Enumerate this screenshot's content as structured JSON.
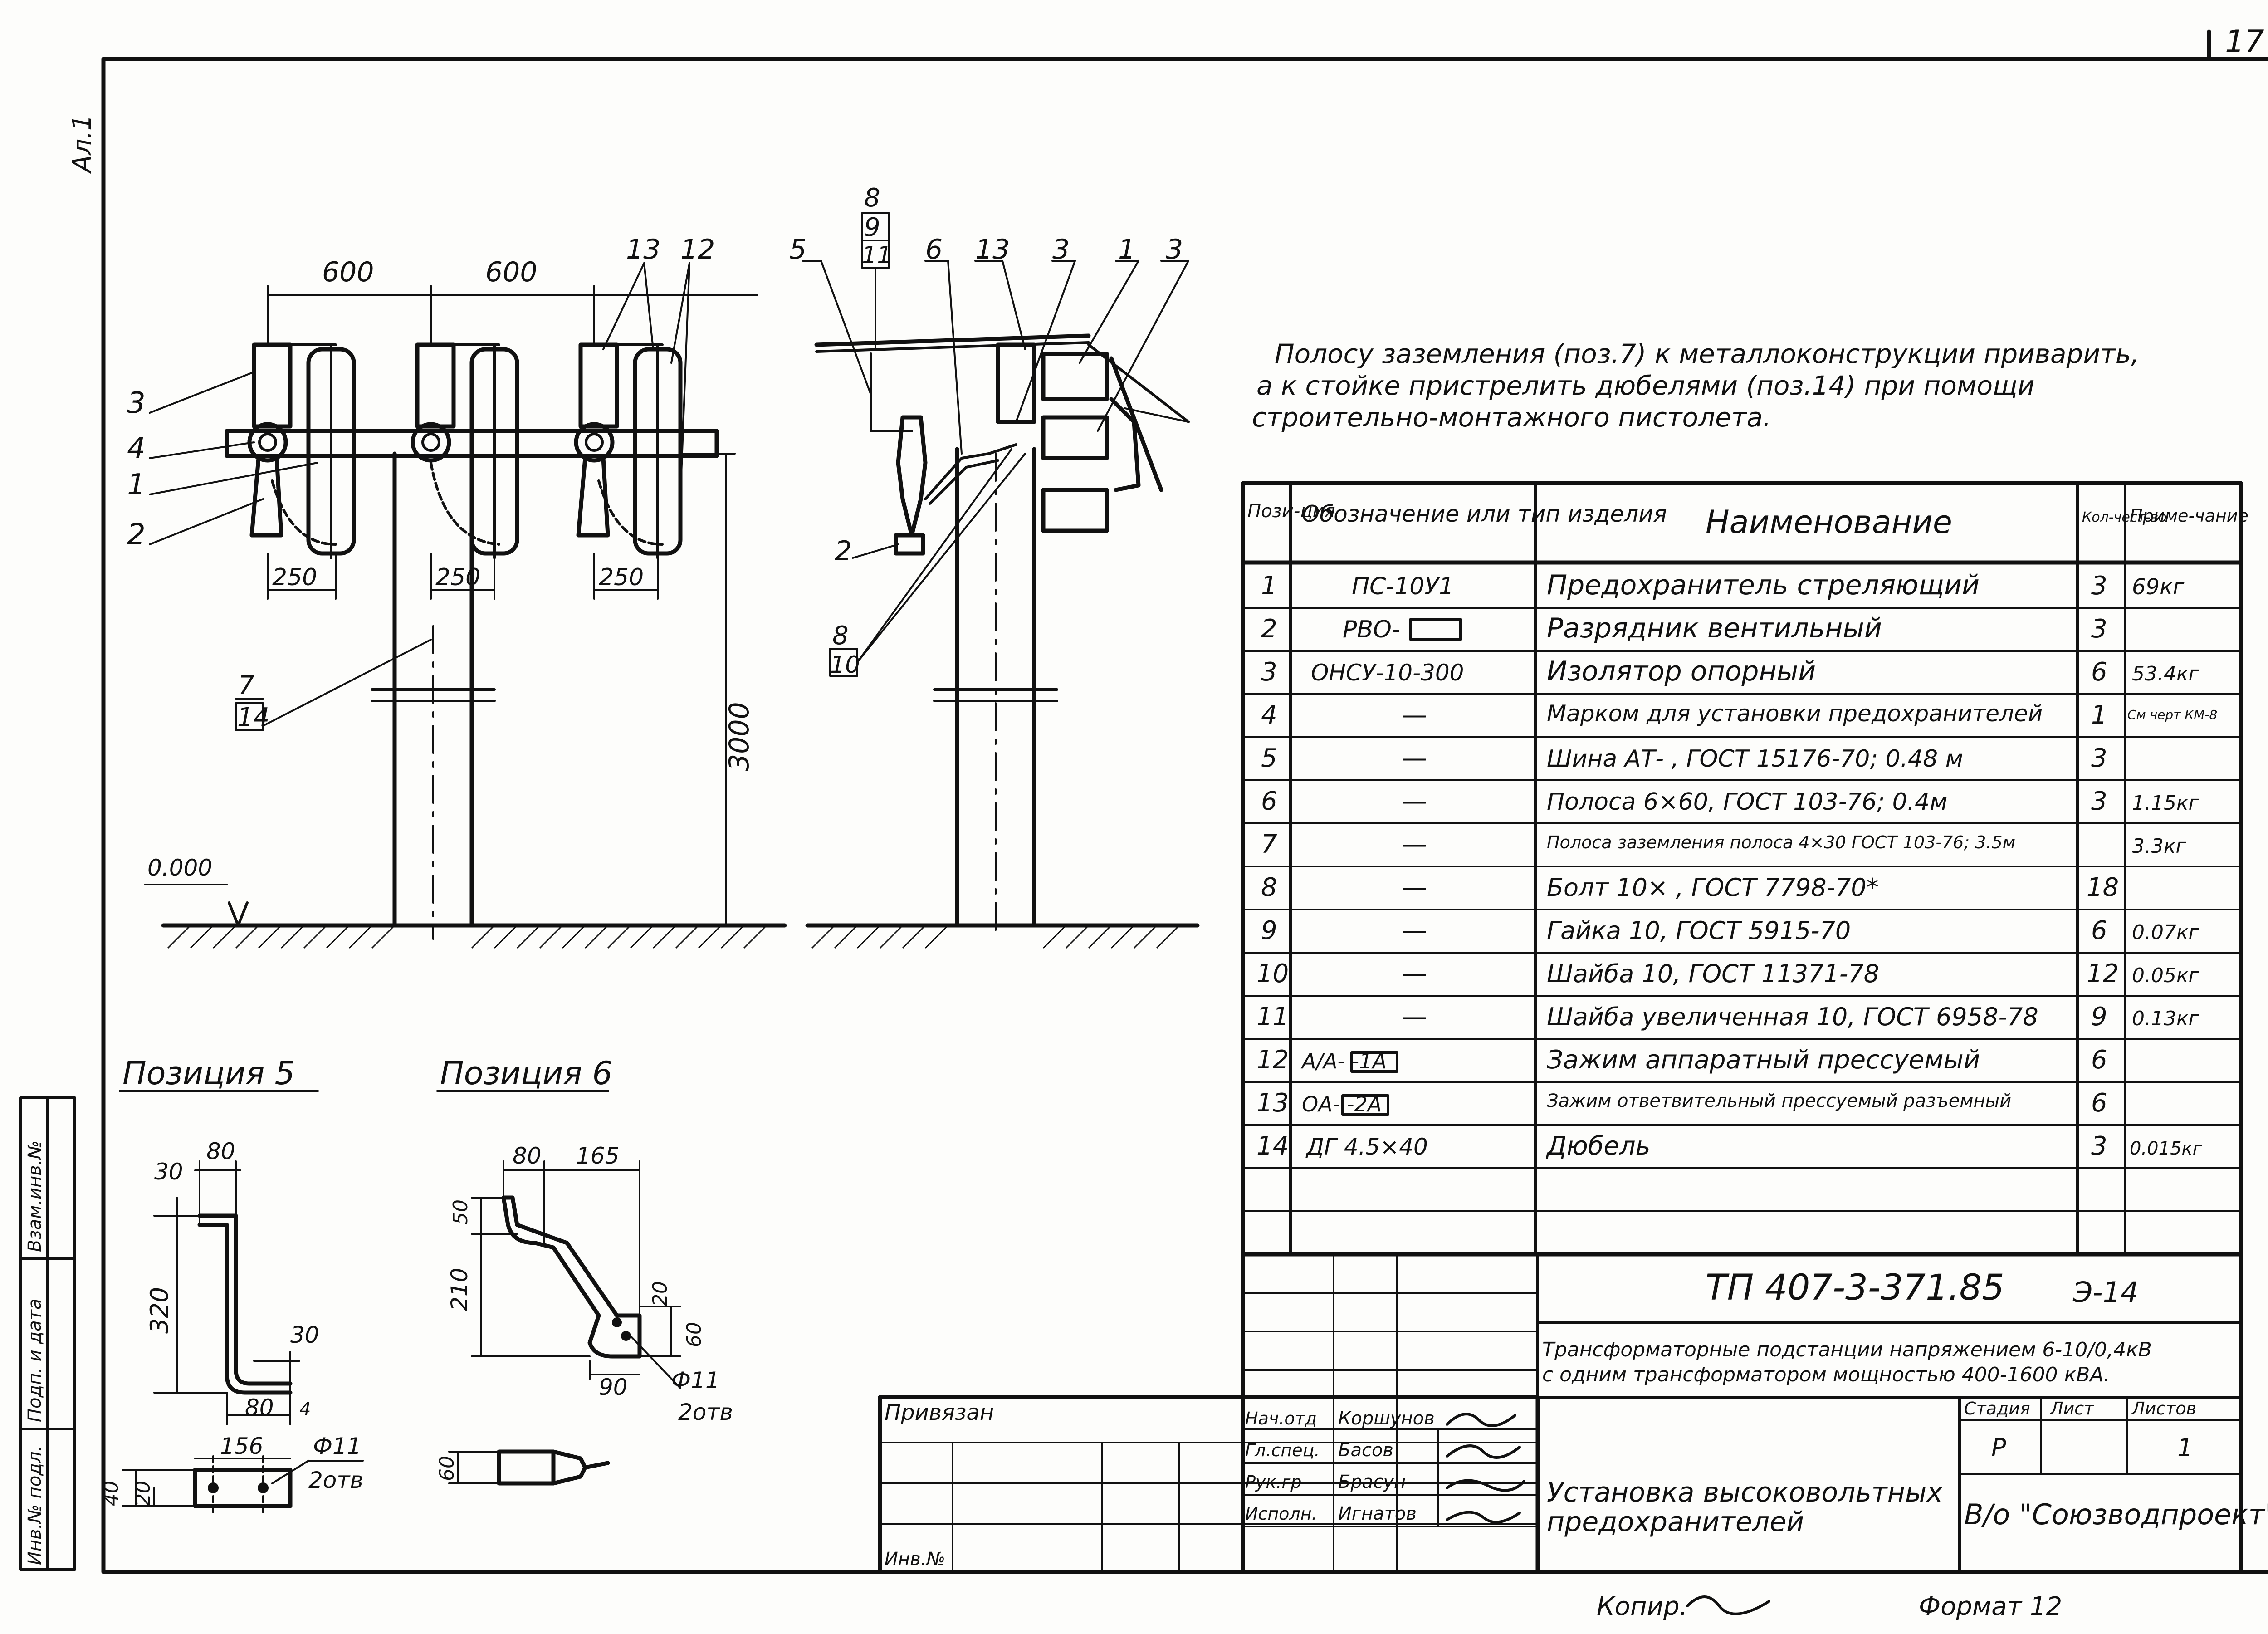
{
  "sheet": {
    "sheet_number": "17",
    "album_mark": "Ал.1",
    "copy_label": "Копир.",
    "format_label": "Формат 12"
  },
  "note": {
    "lines": [
      "Полосу заземления (поз.7) к металлоконструкции приварить,",
      "а к стойке пристрелить дюбелями (поз.14) при помощи",
      "строительно-монтажного пистолета."
    ]
  },
  "front_view": {
    "dim_top": [
      "600",
      "600"
    ],
    "dim_bottom": [
      "250",
      "250",
      "250"
    ],
    "height_dim": "3000",
    "level_mark": "0.000",
    "callouts_left": [
      "3",
      "4",
      "1",
      "2"
    ],
    "callouts_top": [
      "13",
      "12"
    ],
    "callout_7_14": [
      "7",
      "14"
    ]
  },
  "side_view": {
    "callouts_top": [
      "5",
      "6",
      "13",
      "3",
      "1",
      "3"
    ],
    "callout_8_9_11": [
      "8",
      "9",
      "11"
    ],
    "callout_8_10": [
      "8",
      "10"
    ],
    "callout_2": "2"
  },
  "positions": {
    "pos5": {
      "title": "Позиция 5",
      "dims": [
        "80",
        "30",
        "320",
        "30",
        "80",
        "4"
      ],
      "plan_dims": [
        "156",
        "40",
        "20"
      ],
      "hole": "Ф11",
      "holes": "2отв"
    },
    "pos6": {
      "title": "Позиция 6",
      "dims": [
        "80",
        "165",
        "50",
        "210",
        "20",
        "60",
        "90"
      ],
      "hole": "Ф11",
      "holes": "2отв",
      "plan_dim": "60"
    }
  },
  "spec_table": {
    "headers": [
      "Пози-ция",
      "Обозначение или тип изделия",
      "Наименование",
      "Кол-чест-во",
      "Приме-чание"
    ],
    "rows": [
      {
        "pos": "1",
        "code": "ПС-10У1",
        "name": "Предохранитель стреляющий",
        "qty": "3",
        "note": "69кг"
      },
      {
        "pos": "2",
        "code": "РВО-",
        "name": "Разрядник вентильный",
        "qty": "3",
        "note": ""
      },
      {
        "pos": "3",
        "code": "ОНСУ-10-300",
        "name": "Изолятор опорный",
        "qty": "6",
        "note": "53.4кг"
      },
      {
        "pos": "4",
        "code": "—",
        "name": "Марком для установки предохранителей",
        "qty": "1",
        "note": "См черт КМ-8"
      },
      {
        "pos": "5",
        "code": "—",
        "name": "Шина АТ-     , ГОСТ 15176-70; 0.48 м",
        "qty": "3",
        "note": ""
      },
      {
        "pos": "6",
        "code": "—",
        "name": "Полоса 6×60, ГОСТ 103-76; 0.4м",
        "qty": "3",
        "note": "1.15кг"
      },
      {
        "pos": "7",
        "code": "—",
        "name": "Полоса заземления полоса 4×30 ГОСТ 103-76; 3.5м",
        "qty": "",
        "note": "3.3кг"
      },
      {
        "pos": "8",
        "code": "—",
        "name": "Болт 10×     , ГОСТ 7798-70*",
        "qty": "18",
        "note": ""
      },
      {
        "pos": "9",
        "code": "—",
        "name": "Гайка 10, ГОСТ 5915-70",
        "qty": "6",
        "note": "0.07кг"
      },
      {
        "pos": "10",
        "code": "—",
        "name": "Шайба 10, ГОСТ 11371-78",
        "qty": "12",
        "note": "0.05кг"
      },
      {
        "pos": "11",
        "code": "—",
        "name": "Шайба увеличенная 10, ГОСТ 6958-78",
        "qty": "9",
        "note": "0.13кг"
      },
      {
        "pos": "12",
        "code": "А/А-     -1А",
        "name": "Зажим аппаратный прессуемый",
        "qty": "6",
        "note": ""
      },
      {
        "pos": "13",
        "code": "ОА-     -2А",
        "name": "Зажим ответвительный прессуемый разъемный",
        "qty": "6",
        "note": ""
      },
      {
        "pos": "14",
        "code": "ДГ 4.5×40",
        "name": "Дюбель",
        "qty": "3",
        "note": "0.015кг"
      }
    ]
  },
  "title_block": {
    "doc_code": "ТП 407-3-371.85",
    "sheet_code": "Э-14",
    "project_line1": "Трансформаторные подстанции напряжением 6-10/0,4кВ",
    "project_line2": "с одним трансформатором мощностью 400-1600 кВА.",
    "stage_hdr": "Стадия",
    "sheet_hdr": "Лист",
    "sheets_hdr": "Листов",
    "stage": "Р",
    "sheets": "1",
    "drawing_title_1": "Установка высоковольтных",
    "drawing_title_2": "предохранителей",
    "org": "В/о \"Союзводпроект\"",
    "bound": "Привязан",
    "inv": "Инв.№",
    "roles": [
      "Нач.отд",
      "Гл.спец.",
      "Рук.гр",
      "Исполн."
    ],
    "names": [
      "Коршунов",
      "Басов",
      "Брасун",
      "Игнатов"
    ]
  },
  "margin_stamp": [
    "Взам.инв.№",
    "Подп. и дата",
    "Инв.№ подл."
  ]
}
